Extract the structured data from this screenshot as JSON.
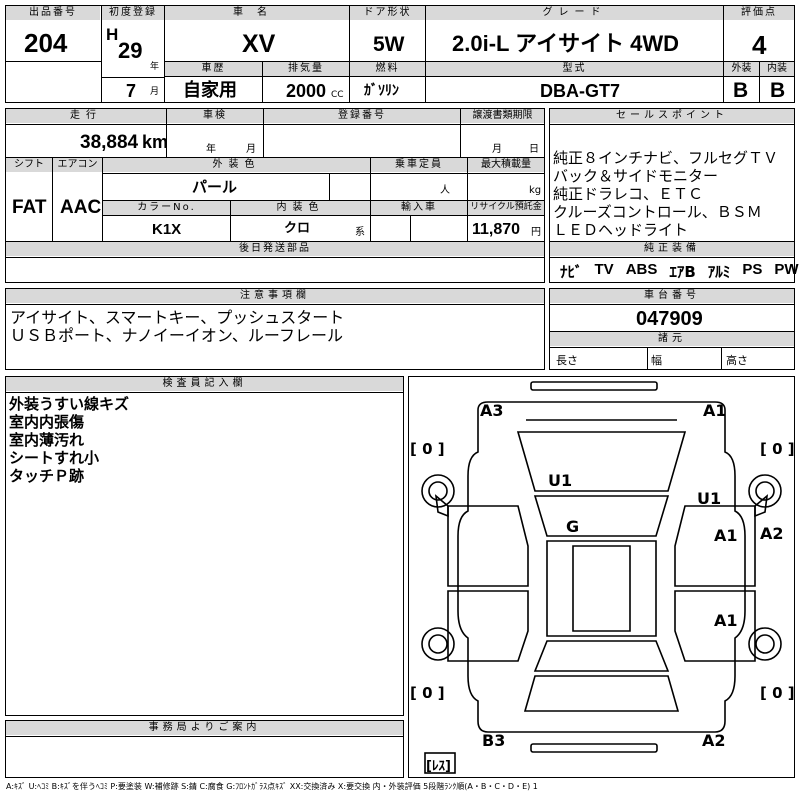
{
  "sheet": {
    "lot_label": "出品番号",
    "lot_value": "204",
    "first_reg_label": "初度登録",
    "era": "H",
    "year": "29",
    "year_unit": "年",
    "month": "7",
    "month_unit": "月",
    "car_name_label": "車名",
    "car_name": "XV",
    "door_label": "ドア形状",
    "door": "5W",
    "grade_label": "グレード",
    "grade": "2.0i-L アイサイト 4WD",
    "score_label": "評価点",
    "score": "4",
    "history_label": "車歴",
    "history": "自家用",
    "displacement_label": "排気量",
    "displacement": "2000",
    "displacement_unit": "CC",
    "fuel_label": "燃料",
    "fuel": "ｶﾞｿﾘﾝ",
    "model_label": "型式",
    "model": "DBA-GT7",
    "exterior_label": "外装",
    "exterior": "B",
    "interior_label": "内装",
    "interior": "B",
    "mileage_label": "走行",
    "mileage": "38,884",
    "mileage_unit": "km",
    "inspection_label": "車検",
    "insp_year_unit": "年",
    "insp_month_unit": "月",
    "plate_label": "登録番号",
    "transfer_label": "譲渡書類期限",
    "transfer_month_unit": "月",
    "transfer_day_unit": "日",
    "shift_label": "シフト",
    "shift": "FAT",
    "ac_label": "エアコン",
    "ac": "AAC",
    "color_label": "外装色",
    "color": "パール",
    "capacity_label": "乗車定員",
    "capacity_unit": "人",
    "load_label": "最大積載量",
    "load_unit": "kg",
    "color_no_label": "カラーNo.",
    "color_no": "K1X",
    "int_color_label": "内装色",
    "int_color": "クロ",
    "int_color_unit": "系",
    "import_label": "輸入車",
    "recycle_label": "リサイクル預託金",
    "recycle": "11,870",
    "recycle_unit": "円",
    "later_parts_label": "後日発送部品",
    "sales_label": "セールスポイント",
    "sales_points": [
      "純正８インチナビ、フルセグＴＶ",
      "バック＆サイドモニター",
      "純正ドラレコ、ＥＴＣ",
      "クルーズコントロール、ＢＳＭ",
      "ＬＥＤヘッドライト"
    ],
    "equipment_label": "純正装備",
    "equipment": [
      "ﾅﾋﾞ",
      "TV",
      "ABS",
      "ｴｱB",
      "ｱﾙﾐ",
      "PS",
      "PW"
    ],
    "notes_label": "注意事項欄",
    "notes": [
      "アイサイト、スマートキー、プッシュスタート",
      "ＵＳＢポート、ナノイーイオン、ルーフレール"
    ],
    "chassis_label": "車台番号",
    "chassis": "047909",
    "dims_label": "諸元",
    "length_label": "長さ",
    "width_label": "幅",
    "height_label": "高さ",
    "inspector_label": "検査員記入欄",
    "inspector_notes": [
      "外装うすい線キズ",
      "室内内張傷",
      "室内薄汚れ",
      "シートすれ小",
      "タッチＰ跡"
    ],
    "office_label": "事務局よりご案内",
    "legend": "A:ｷｽﾞ U:ﾍｺﾐ B:ｷｽﾞを伴うﾍｺﾐ P:要塗装 W:補修跡 S:錆 C:腐食 G:ﾌﾛﾝﾄｶﾞﾗｽ点ｷｽﾞ XX:交換済み X:要交換  内・外装評価  5段階ﾗﾝｸ順(A・B・C・D・E) 1",
    "diagram": {
      "marks": [
        "A3",
        "A1",
        "U1",
        "U1",
        "G",
        "A1",
        "A2",
        "A1",
        "B3",
        "A2"
      ],
      "tire_tl": "[ 0 ]",
      "tire_tr": "[ 0 ]",
      "tire_bl": "[ 0 ]",
      "tire_br": "[ 0 ]",
      "spare": "[ﾚｽ]"
    }
  }
}
